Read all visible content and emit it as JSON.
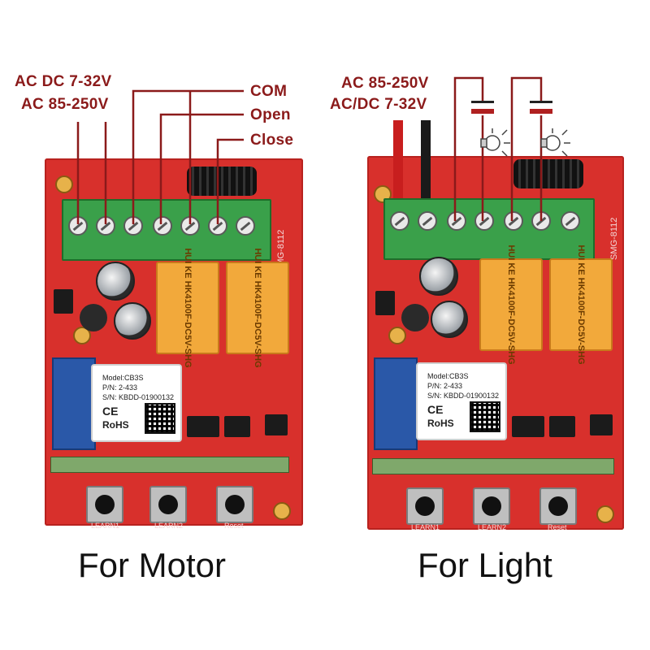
{
  "left_panel": {
    "caption": "For Motor",
    "labels": {
      "ac_dc": "AC  DC 7-32V",
      "ac": "AC  85-250V",
      "com": "COM",
      "open": "Open",
      "close": "Close"
    },
    "module": {
      "model": "Model:CB3S",
      "pn": "P/N: 2-433",
      "sn": "S/N: KBDD-01900132",
      "ce": "CE",
      "rohs": "RoHS"
    },
    "relay_text": "HUI KE  HK4100F-DC5V-SHG",
    "side_text": "SMG-8112",
    "buttons": [
      "LEARN1",
      "LEARN2",
      "Reset"
    ]
  },
  "right_panel": {
    "caption": "For Light",
    "labels": {
      "ac": "AC 85-250V",
      "ac_dc": "AC/DC 7-32V"
    },
    "module": {
      "model": "Model:CB3S",
      "pn": "P/N: 2-433",
      "sn": "S/N: KBDD-01900132",
      "ce": "CE",
      "rohs": "RoHS"
    },
    "relay_text": "HUI KE  HK4100F-DC5V-SHG",
    "side_text": "SMG-8112",
    "buttons": [
      "LEARN1",
      "LEARN2",
      "Reset"
    ]
  },
  "colors": {
    "label_text": "#8b1a1a",
    "board": "#d8302c",
    "terminal": "#3aa04a",
    "relay": "#f2a93b",
    "wire_red": "#c81e1e",
    "wire_black": "#1a1a1a"
  },
  "icons": [
    "light-bulb-icon",
    "capacitor-symbol-icon"
  ]
}
